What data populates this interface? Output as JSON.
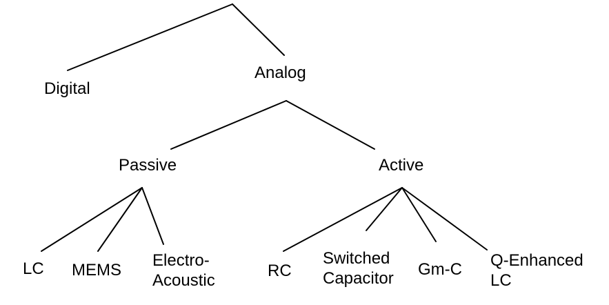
{
  "diagram": {
    "nodes": {
      "digital": "Digital",
      "analog": "Analog",
      "passive": "Passive",
      "active": "Active",
      "lc": "LC",
      "mems": "MEMS",
      "electro_acoustic": [
        "Electro-",
        "Acoustic"
      ],
      "rc": "RC",
      "switched_capacitor": [
        "Switched",
        "Capacitor"
      ],
      "gm_c": "Gm-C",
      "q_enhanced_lc": [
        "Q-Enhanced",
        "LC"
      ]
    },
    "edges": [
      [
        "root",
        "digital"
      ],
      [
        "root",
        "analog"
      ],
      [
        "analog",
        "passive"
      ],
      [
        "analog",
        "active"
      ],
      [
        "passive",
        "lc"
      ],
      [
        "passive",
        "mems"
      ],
      [
        "passive",
        "electro_acoustic"
      ],
      [
        "active",
        "rc"
      ],
      [
        "active",
        "switched_capacitor"
      ],
      [
        "active",
        "gm_c"
      ],
      [
        "active",
        "q_enhanced_lc"
      ]
    ],
    "colors": {
      "line": "#000000",
      "text": "#000000",
      "background": "#ffffff"
    }
  }
}
